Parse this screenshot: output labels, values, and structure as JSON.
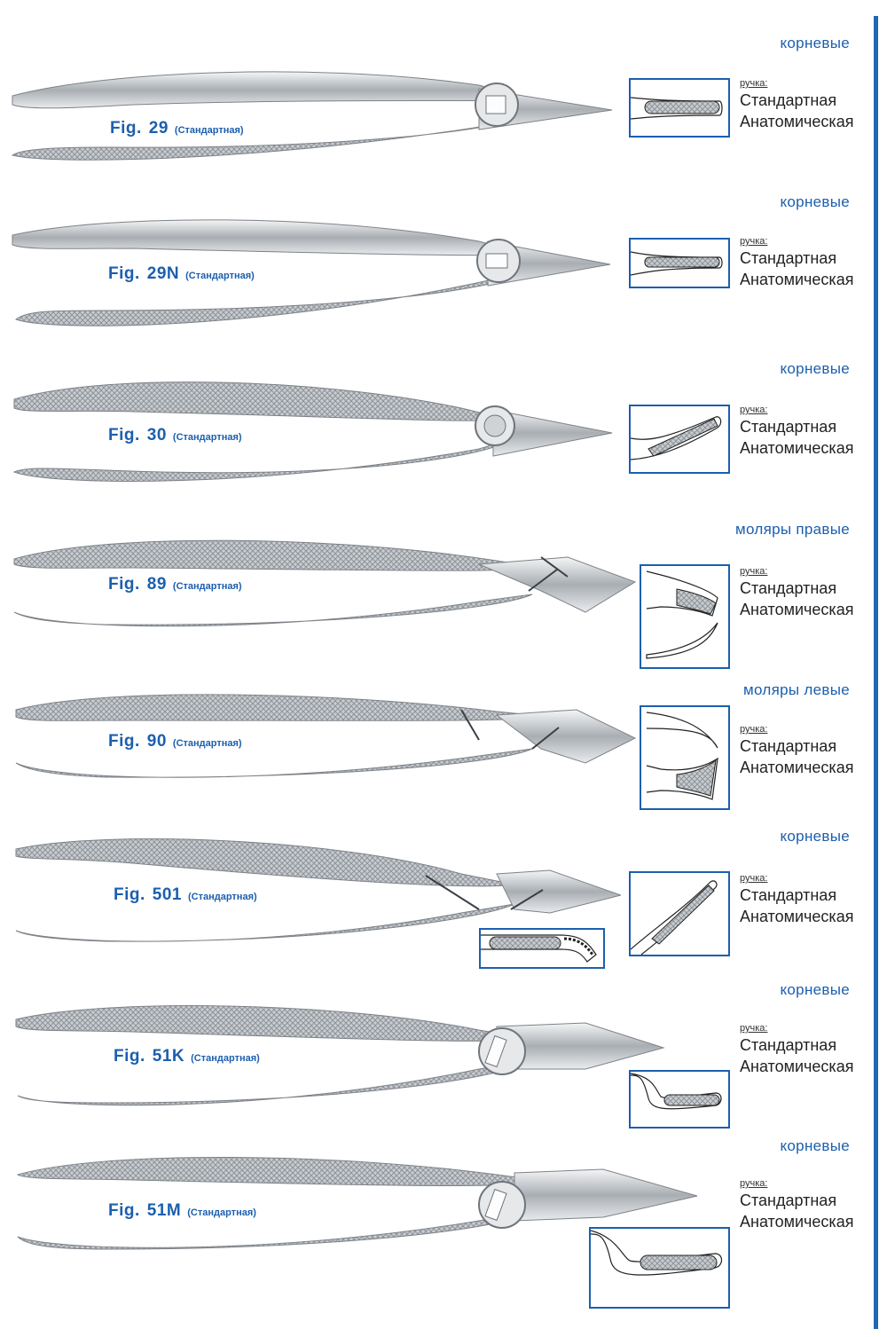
{
  "colors": {
    "accent": "#1c5fae",
    "text": "#222222",
    "steel": "#b9bdc2"
  },
  "handle_caption": "ручка:",
  "options": [
    "Стандартная",
    "Анатомическая"
  ],
  "items": [
    {
      "fig_prefix": "Fig.",
      "fig": "29",
      "variant": "(Стандартная)",
      "category": "корневые",
      "diagram": "straight-root"
    },
    {
      "fig_prefix": "Fig.",
      "fig": "29N",
      "variant": "(Стандартная)",
      "category": "корневые",
      "diagram": "straight-root-narrow"
    },
    {
      "fig_prefix": "Fig.",
      "fig": "30",
      "variant": "(Стандартная)",
      "category": "корневые",
      "diagram": "angled-root"
    },
    {
      "fig_prefix": "Fig.",
      "fig": "89",
      "variant": "(Стандартная)",
      "category": "моляры правые",
      "diagram": "molar-right"
    },
    {
      "fig_prefix": "Fig.",
      "fig": "90",
      "variant": "(Стандартная)",
      "category": "моляры левые",
      "diagram": "molar-left"
    },
    {
      "fig_prefix": "Fig.",
      "fig": "501",
      "variant": "(Стандартная)",
      "category": "корневые",
      "diagram": "diagonal-root"
    },
    {
      "fig_prefix": "Fig.",
      "fig": "51K",
      "variant": "(Стандартная)",
      "category": "корневые",
      "diagram": "bayonet-root"
    },
    {
      "fig_prefix": "Fig.",
      "fig": "51M",
      "variant": "(Стандартная)",
      "category": "корневые",
      "diagram": "bayonet-root-long"
    }
  ]
}
